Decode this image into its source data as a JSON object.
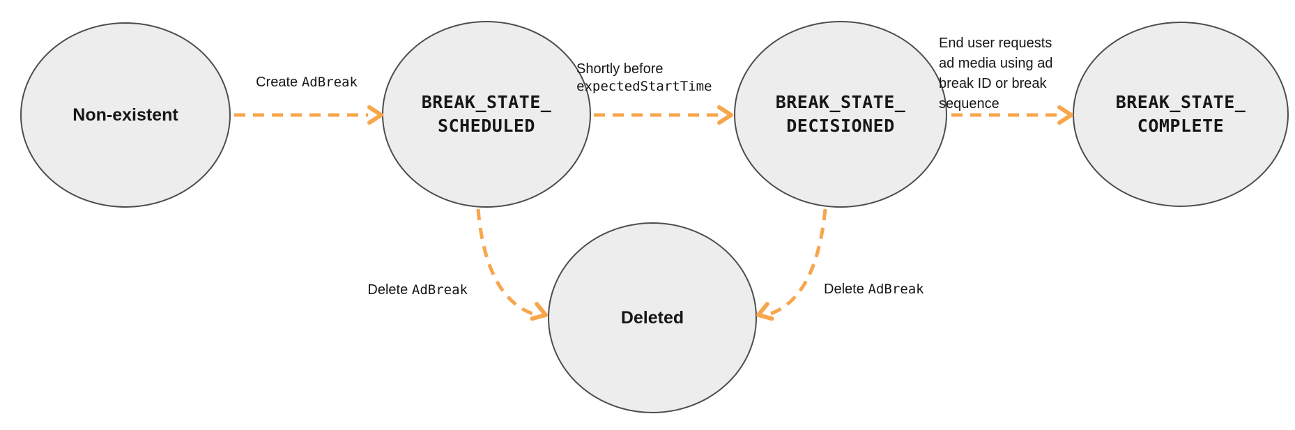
{
  "diagram": {
    "states": {
      "non_existent": {
        "label": "Non-existent"
      },
      "scheduled": {
        "line1": "BREAK_STATE_",
        "line2": "SCHEDULED"
      },
      "decisioned": {
        "line1": "BREAK_STATE_",
        "line2": "DECISIONED"
      },
      "complete": {
        "line1": "BREAK_STATE_",
        "line2": "COMPLETE"
      },
      "deleted": {
        "label": "Deleted"
      }
    },
    "transitions": {
      "create": {
        "sans": "Create",
        "mono": "AdBreak"
      },
      "shortly_before": {
        "line1_sans": "Shortly before",
        "line2_mono": "expectedStartTime"
      },
      "end_user": {
        "lines": [
          "End user requests",
          "ad media using ad",
          "break ID or break",
          "sequence"
        ]
      },
      "delete_left": {
        "sans": "Delete",
        "mono": "AdBreak"
      },
      "delete_right": {
        "sans": "Delete",
        "mono": "AdBreak"
      }
    }
  },
  "colors": {
    "arrow": "#F7A64C",
    "node_fill": "#EDEDED",
    "node_border": "#4D4D4D",
    "text": "#161616",
    "background": "#FFFFFF"
  }
}
